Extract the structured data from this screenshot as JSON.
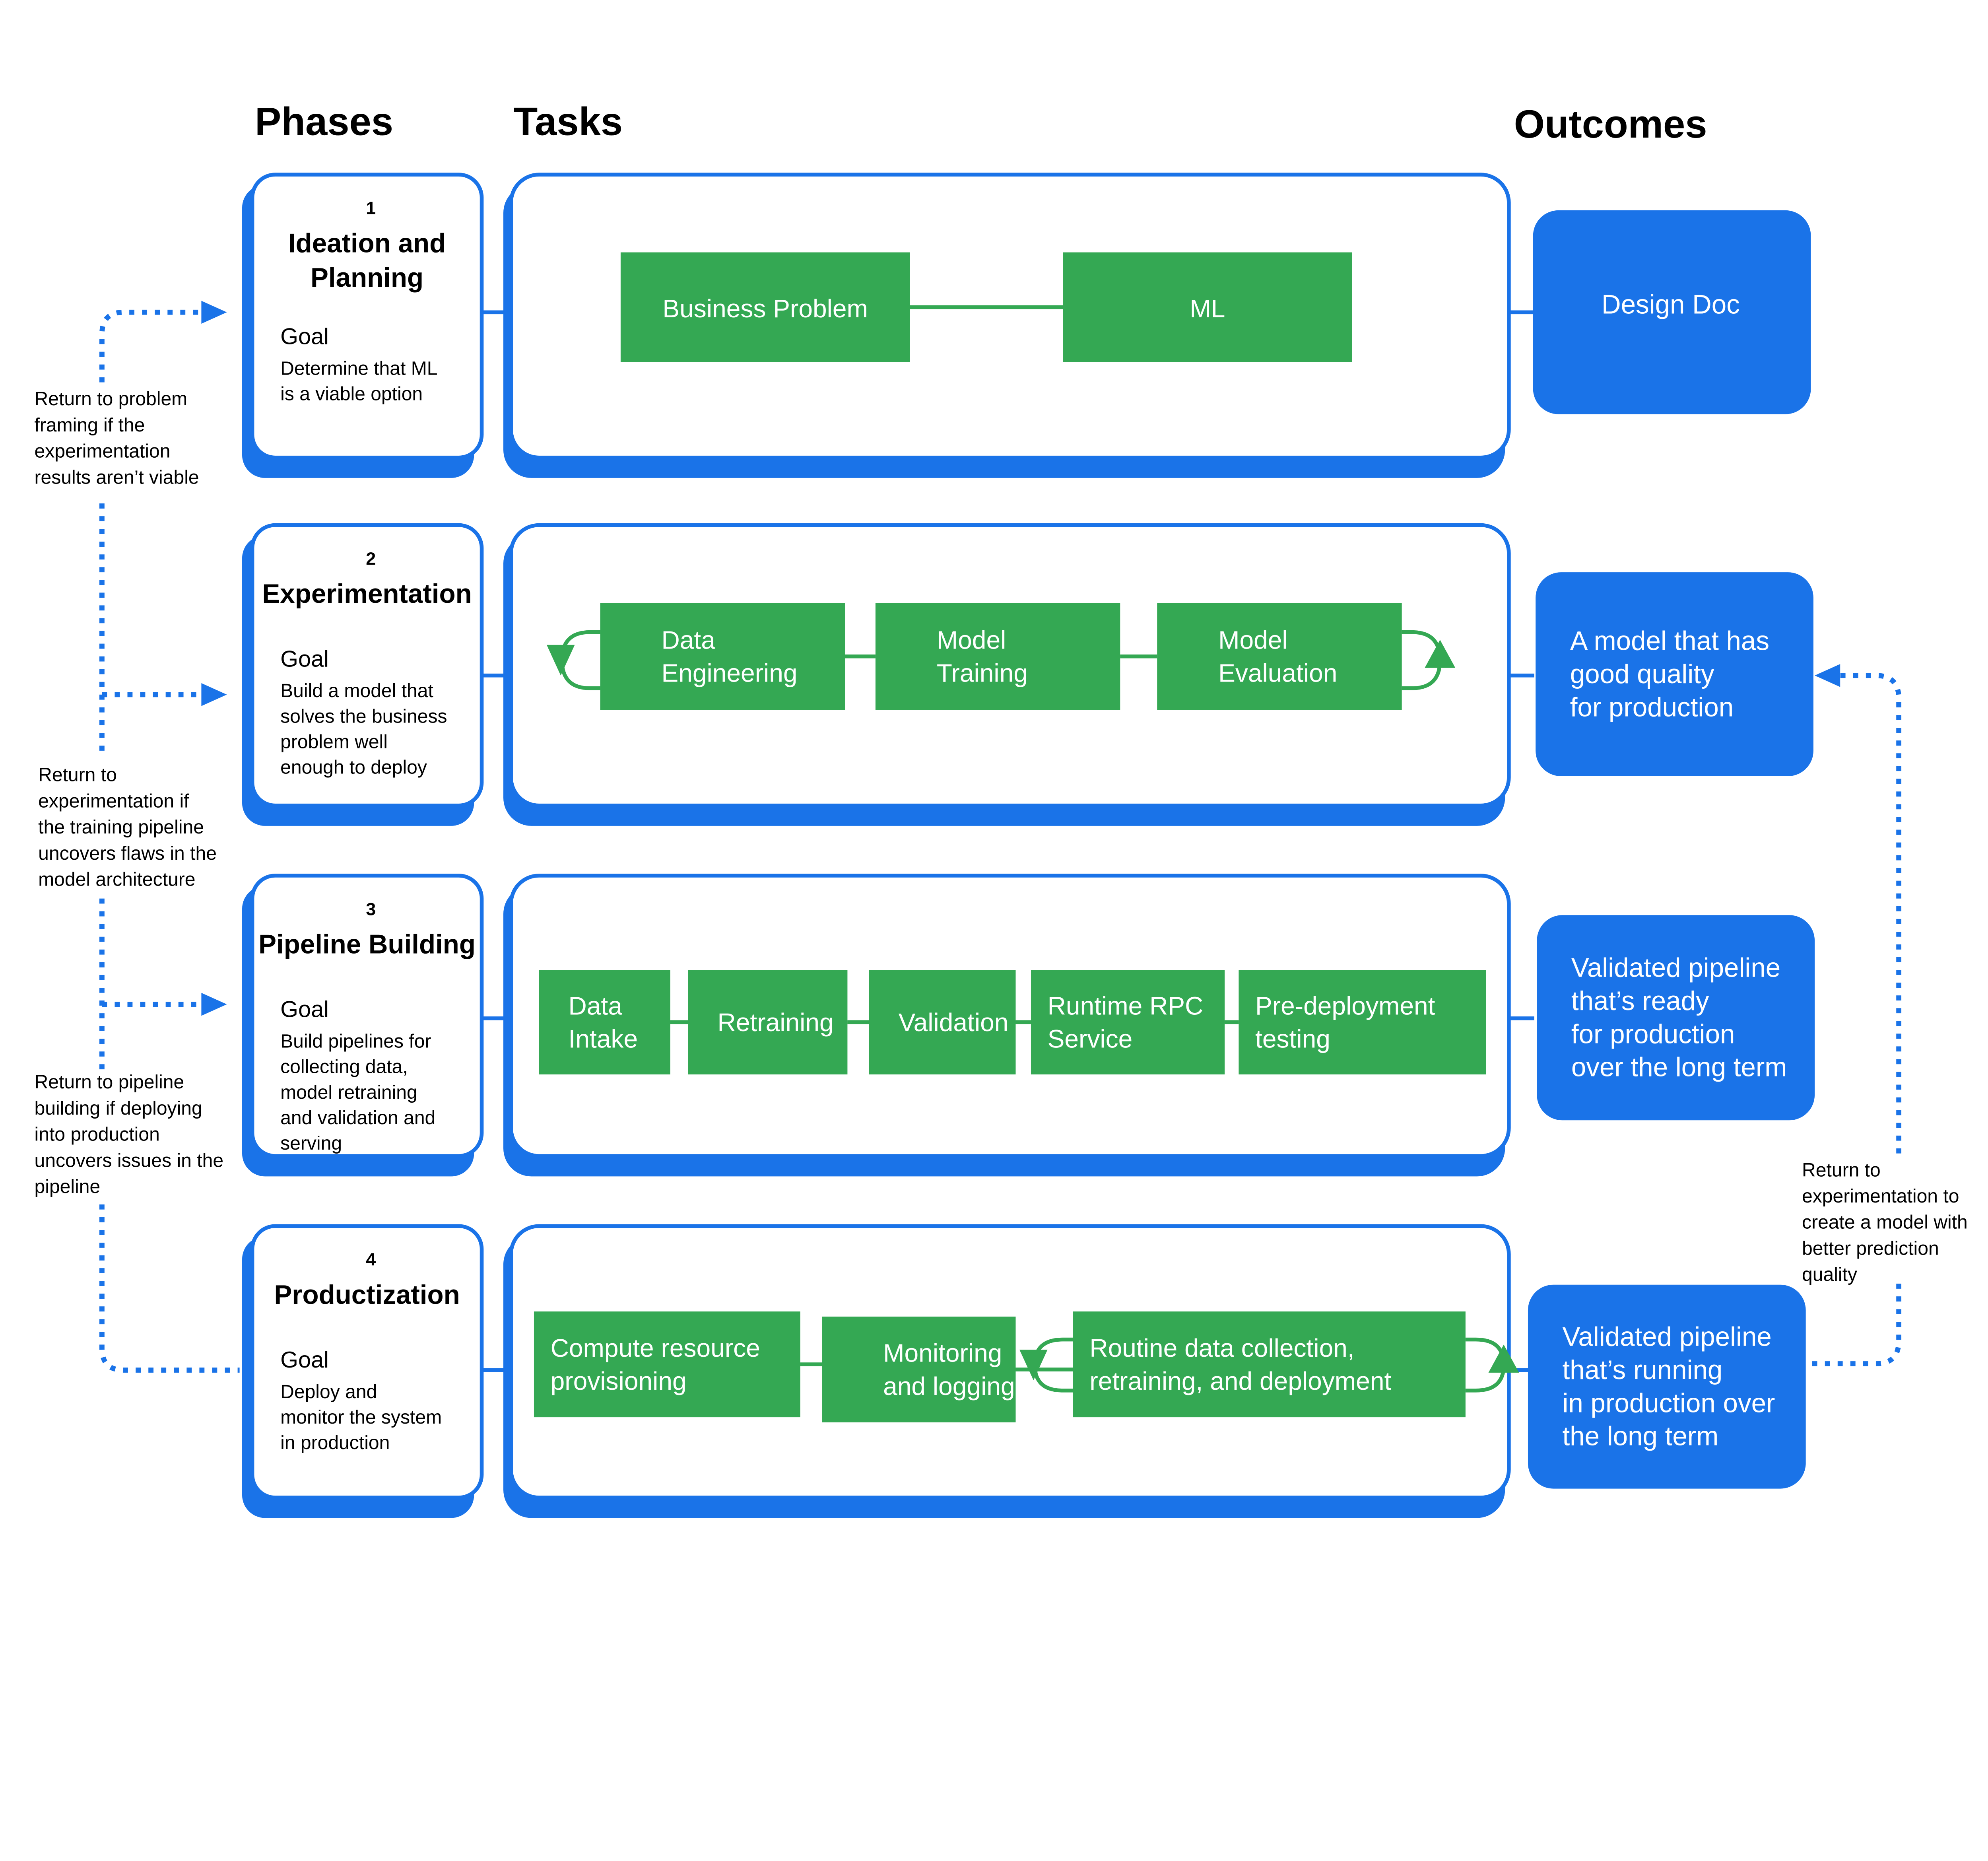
{
  "headers": {
    "phases": "Phases",
    "tasks": "Tasks",
    "outcomes": "Outcomes"
  },
  "colors": {
    "blue": "#1a73e8",
    "green": "#34a853"
  },
  "phases": [
    {
      "number": "1",
      "title": [
        "Ideation and",
        "Planning"
      ],
      "goal_label": "Goal",
      "goal": [
        "Determine that ML",
        "is a viable option"
      ]
    },
    {
      "number": "2",
      "title": [
        "Experimentation"
      ],
      "goal_label": "Goal",
      "goal": [
        "Build a model that",
        "solves the business",
        "problem well",
        "enough to deploy"
      ]
    },
    {
      "number": "3",
      "title": [
        "Pipeline Building"
      ],
      "goal_label": "Goal",
      "goal": [
        "Build pipelines for",
        "collecting data,",
        "model retraining",
        "and validation and",
        "serving"
      ]
    },
    {
      "number": "4",
      "title": [
        "Productization"
      ],
      "goal_label": "Goal",
      "goal": [
        "Deploy and",
        "monitor the system",
        "in production"
      ]
    }
  ],
  "tasks": {
    "row1": [
      [
        "Business Problem"
      ],
      [
        "ML"
      ]
    ],
    "row2": [
      [
        "Data",
        "Engineering"
      ],
      [
        "Model",
        "Training"
      ],
      [
        "Model",
        "Evaluation"
      ]
    ],
    "row3": [
      [
        "Data",
        "Intake"
      ],
      [
        "Retraining"
      ],
      [
        "Validation"
      ],
      [
        "Runtime RPC",
        "Service"
      ],
      [
        "Pre-deployment",
        "testing"
      ]
    ],
    "row4": [
      [
        "Compute  resource",
        "provisioning"
      ],
      [
        "Monitoring",
        "and logging"
      ],
      [
        "Routine data collection,",
        "retraining, and deployment"
      ]
    ]
  },
  "outcomes": [
    [
      "Design Doc"
    ],
    [
      "A model that has",
      "good quality",
      "for production"
    ],
    [
      "Validated pipeline",
      "that’s ready",
      "for production",
      "over the long term"
    ],
    [
      "Validated pipeline",
      "that’s running",
      "in production over",
      "the long term"
    ]
  ],
  "notes": {
    "return_problem": [
      "Return to problem",
      "framing if the",
      "experimentation",
      "results aren’t viable"
    ],
    "return_experimentation": [
      "Return to",
      "experimentation if",
      "the training pipeline",
      "uncovers flaws in the",
      "model architecture"
    ],
    "return_pipeline": [
      "Return to pipeline",
      "building if deploying",
      "into production",
      "uncovers issues in the",
      "pipeline"
    ],
    "return_right": [
      "Return to",
      "experimentation to",
      "create a model with",
      "better prediction",
      "quality"
    ]
  }
}
